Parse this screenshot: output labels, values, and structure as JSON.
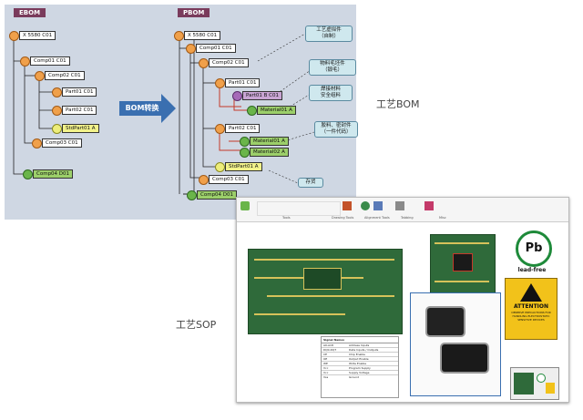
{
  "ebom": {
    "tag": "EBOM",
    "nodes": [
      {
        "label": "X 5580  C01",
        "style": "white",
        "dot": "orange"
      },
      {
        "label": "Comp01  C01",
        "style": "white",
        "dot": "orange"
      },
      {
        "label": "Comp02  C01",
        "style": "white",
        "dot": "orange"
      },
      {
        "label": "Part01  C01",
        "style": "white",
        "dot": "orange"
      },
      {
        "label": "Part02  C01",
        "style": "white",
        "dot": "orange"
      },
      {
        "label": "StdPart01  A",
        "style": "yellow",
        "dot": "yellow"
      },
      {
        "label": "Comp03  C01",
        "style": "white",
        "dot": "orange"
      },
      {
        "label": "Comp04  D01",
        "style": "green",
        "dot": "green"
      }
    ]
  },
  "arrow_label": "BOM转换",
  "pbom": {
    "tag": "PBOM",
    "nodes": [
      {
        "label": "X 5580  C01",
        "style": "white",
        "dot": "orange"
      },
      {
        "label": "Comp01  C01",
        "style": "white",
        "dot": "orange"
      },
      {
        "label": "Comp02  C01",
        "style": "white",
        "dot": "orange"
      },
      {
        "label": "Part01  C01",
        "style": "white",
        "dot": "orange"
      },
      {
        "label": "Part01  B  C01",
        "style": "purple",
        "dot": "purple"
      },
      {
        "label": "Material01  A",
        "style": "green",
        "dot": "green"
      },
      {
        "label": "Part02  C01",
        "style": "white",
        "dot": "orange"
      },
      {
        "label": "Material01  A",
        "style": "green",
        "dot": "green"
      },
      {
        "label": "Material02  A",
        "style": "green",
        "dot": "green"
      },
      {
        "label": "StdPart01  A",
        "style": "yellow",
        "dot": "yellow"
      },
      {
        "label": "Comp03  C01",
        "style": "white",
        "dot": "orange"
      },
      {
        "label": "Comp04  D01",
        "style": "green",
        "dot": "green"
      }
    ],
    "notes": [
      "工艺虚拟件\n（自制）",
      "物料毛坯件\n（锻毛）",
      "焊接材料\n安全组料",
      "胶料、密封件\n（一件代码）",
      "存货"
    ]
  },
  "labels": {
    "bom": "工艺BOM",
    "sop": "工艺SOP"
  },
  "sop": {
    "ribbon_groups": [
      "Tools",
      "Drawing Tools",
      "Alignment Tools",
      "Tabbing",
      "Misc"
    ],
    "signal_table": {
      "header": "Signal Names",
      "rows": [
        [
          "A0-A18",
          "Address Inputs"
        ],
        [
          "DQ0-DQ7",
          "Data Inputs / Outputs"
        ],
        [
          "CE",
          "Chip Enable"
        ],
        [
          "OE",
          "Output Enable"
        ],
        [
          "WE",
          "Write Enable"
        ],
        [
          "Vcc",
          "Program Supply"
        ],
        [
          "Vcc",
          "Supply Voltage"
        ],
        [
          "Vss",
          "Ground"
        ]
      ]
    },
    "leadfree_label": "lead-free",
    "pb_symbol": "Pb",
    "attention_title": "ATTENTION",
    "attention_text": "OBSERVE PRECAUTIONS FOR HANDLING ELECTROSTATIC SENSITIVE DEVICES"
  },
  "colors": {
    "panel": "#cfd7e3",
    "tag": "#7a3b5c",
    "arrow": "#3a6fb0",
    "pcb": "#2f6a3a"
  }
}
